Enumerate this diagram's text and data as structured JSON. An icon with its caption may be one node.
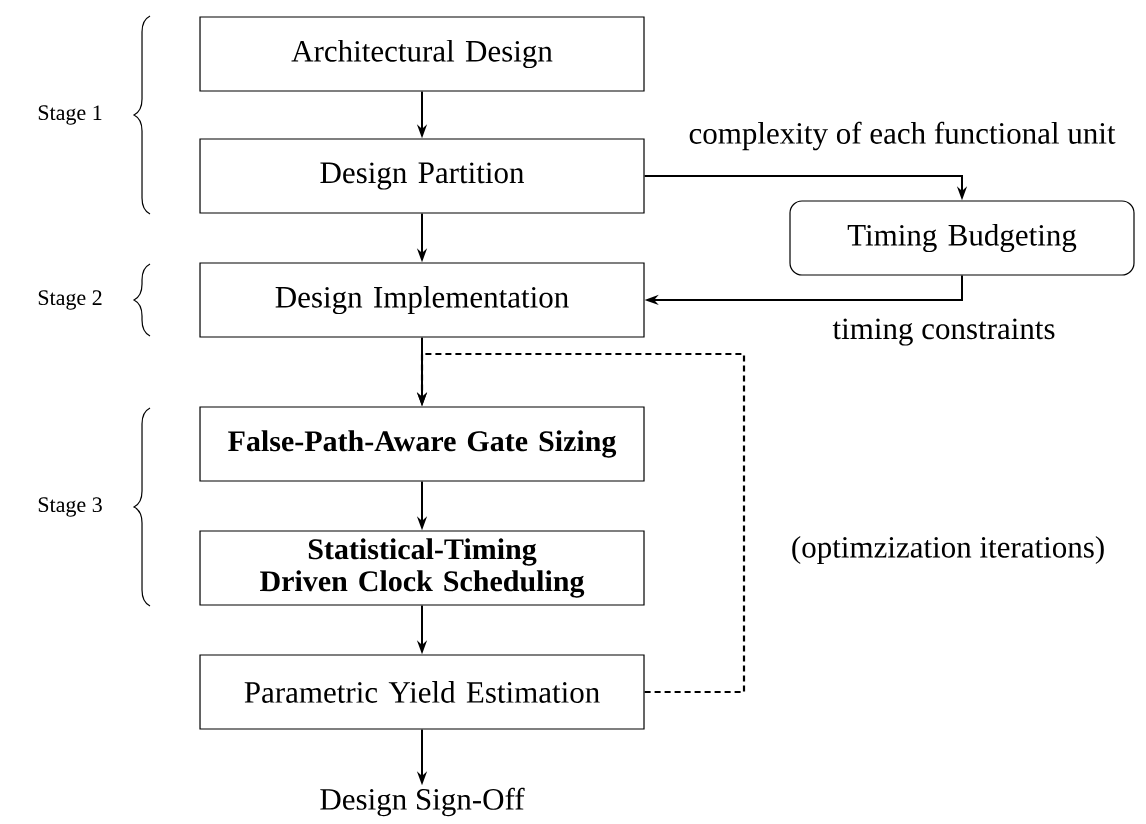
{
  "diagram": {
    "nodes": [
      {
        "text": [
          "Architectural Design"
        ]
      },
      {
        "text": [
          "Design Partition"
        ]
      },
      {
        "text": [
          "Timing Budgeting"
        ]
      },
      {
        "text": [
          "Design Implementation"
        ]
      },
      {
        "text": [
          "False-Path-Aware Gate Sizing"
        ]
      },
      {
        "text": [
          "Statistical-Timing Driven Clock Scheduling"
        ]
      },
      {
        "text": [
          "Parametric Yield Estimation"
        ]
      },
      {
        "text": [
          "Design Sign-Off"
        ]
      }
    ],
    "edges": [
      {
        "from": 0,
        "to": 1,
        "arrow": "to"
      },
      {
        "from": 1,
        "to": 3,
        "arrow": "to"
      },
      {
        "from": 1,
        "to": 2,
        "arrow": "to",
        "label": "complexity of each functional unit"
      },
      {
        "from": 2,
        "to": 3,
        "arrow": "to",
        "label": "timing constraints"
      },
      {
        "from": 3,
        "to": 4,
        "arrow": "to"
      },
      {
        "from": 4,
        "to": 5,
        "arrow": "to"
      },
      {
        "from": 5,
        "to": 6,
        "arrow": "to"
      },
      {
        "from": 6,
        "to": 7,
        "arrow": "to"
      },
      {
        "from": 6,
        "to": 4,
        "arrow": "to",
        "style": "dashed",
        "label": "(optimzization iterations)"
      }
    ],
    "labels": [
      "Stage 1",
      "Stage 2",
      "Stage 3"
    ]
  }
}
